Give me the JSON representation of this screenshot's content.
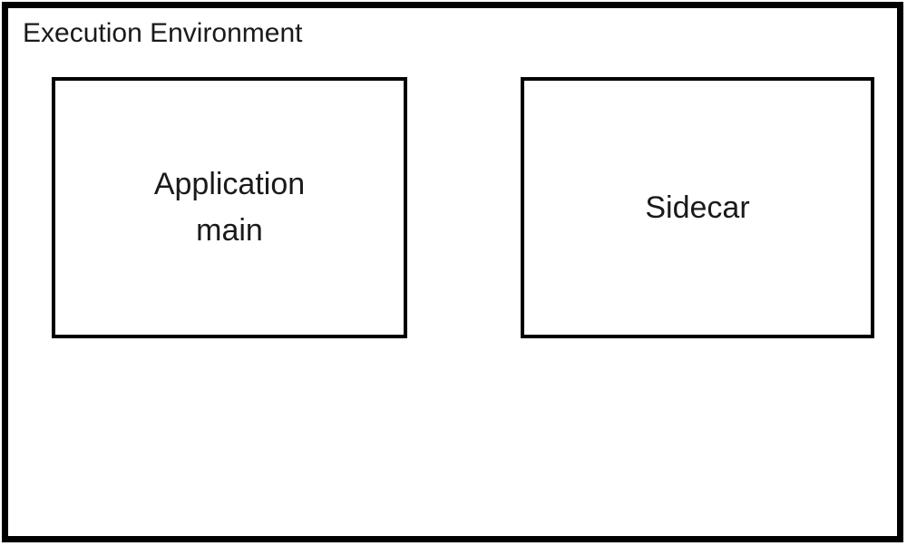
{
  "diagram": {
    "type": "architecture-diagram",
    "container": {
      "title": "Execution Environment"
    },
    "boxes": [
      {
        "id": "application-main",
        "label": "Application\nmain"
      },
      {
        "id": "sidecar",
        "label": "Sidecar"
      }
    ]
  },
  "colors": {
    "border": "#000000",
    "text": "#1a1a1a",
    "background": "#ffffff"
  }
}
